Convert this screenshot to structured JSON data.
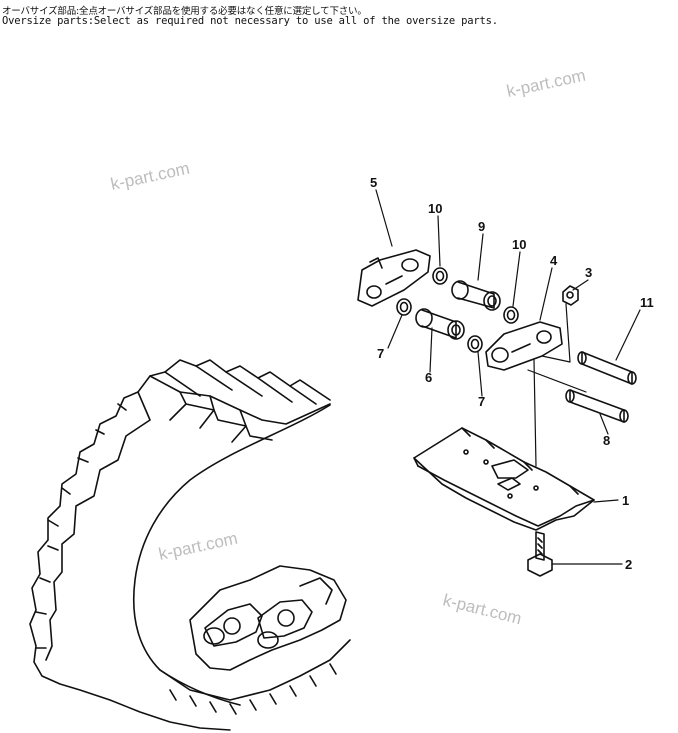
{
  "notes": {
    "japanese": "オーバサイズ部品:全点オーバサイズ部品を使用する必要はなく任意に選定して下さい。",
    "english": "Oversize parts:Select as required not necessary to use all of the oversize parts."
  },
  "watermark": "k-part.com",
  "callouts": {
    "c1": "1",
    "c2": "2",
    "c3": "3",
    "c4": "4",
    "c5": "5",
    "c6": "6",
    "c7a": "7",
    "c7b": "7",
    "c8": "8",
    "c9": "9",
    "c10a": "10",
    "c10b": "10",
    "c11": "11"
  }
}
